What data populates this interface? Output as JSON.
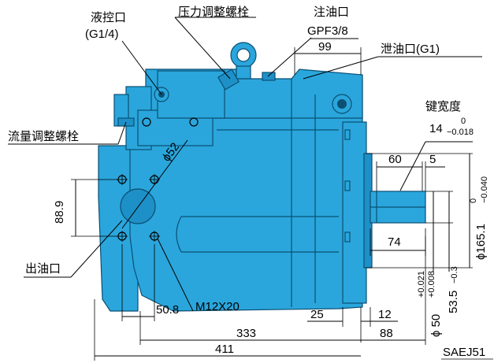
{
  "labels": {
    "drain_port_cn": "液控口",
    "drain_port_size": "(G1/4)",
    "pressure_screw": "压力调整螺栓",
    "fill_port_cn": "注油口",
    "fill_port_size": "GPF3/8",
    "leak_port": "泄油口(G1)",
    "key_width": "键宽度",
    "flow_screw": "流量调整螺栓",
    "outlet": "出油口",
    "thread": "M12X20",
    "standard": "SAEJ51"
  },
  "dimensions": {
    "d99": "99",
    "d52": "ϕ52",
    "d60": "60",
    "d5": "5",
    "d88_9": "88.9",
    "d74": "74",
    "d50_8": "50.8",
    "d25": "25",
    "d12": "12",
    "d333": "333",
    "d88": "88",
    "d411": "411",
    "key_val": "14",
    "key_tol_up": "0",
    "key_tol_down": "−0.018",
    "d165_1": "ϕ165.1",
    "d165_tol_up": "0",
    "d165_tol_down": "−0.040",
    "d50": "ϕ 50",
    "d50_tol_up": "+0.021",
    "d50_tol_down": "+0.008",
    "d53_5": "53.5",
    "d53_5_tol": "−0.3"
  },
  "colors": {
    "body": "#2aa6dc",
    "body_dark": "#1e90c8",
    "outline": "#0b4f73"
  }
}
